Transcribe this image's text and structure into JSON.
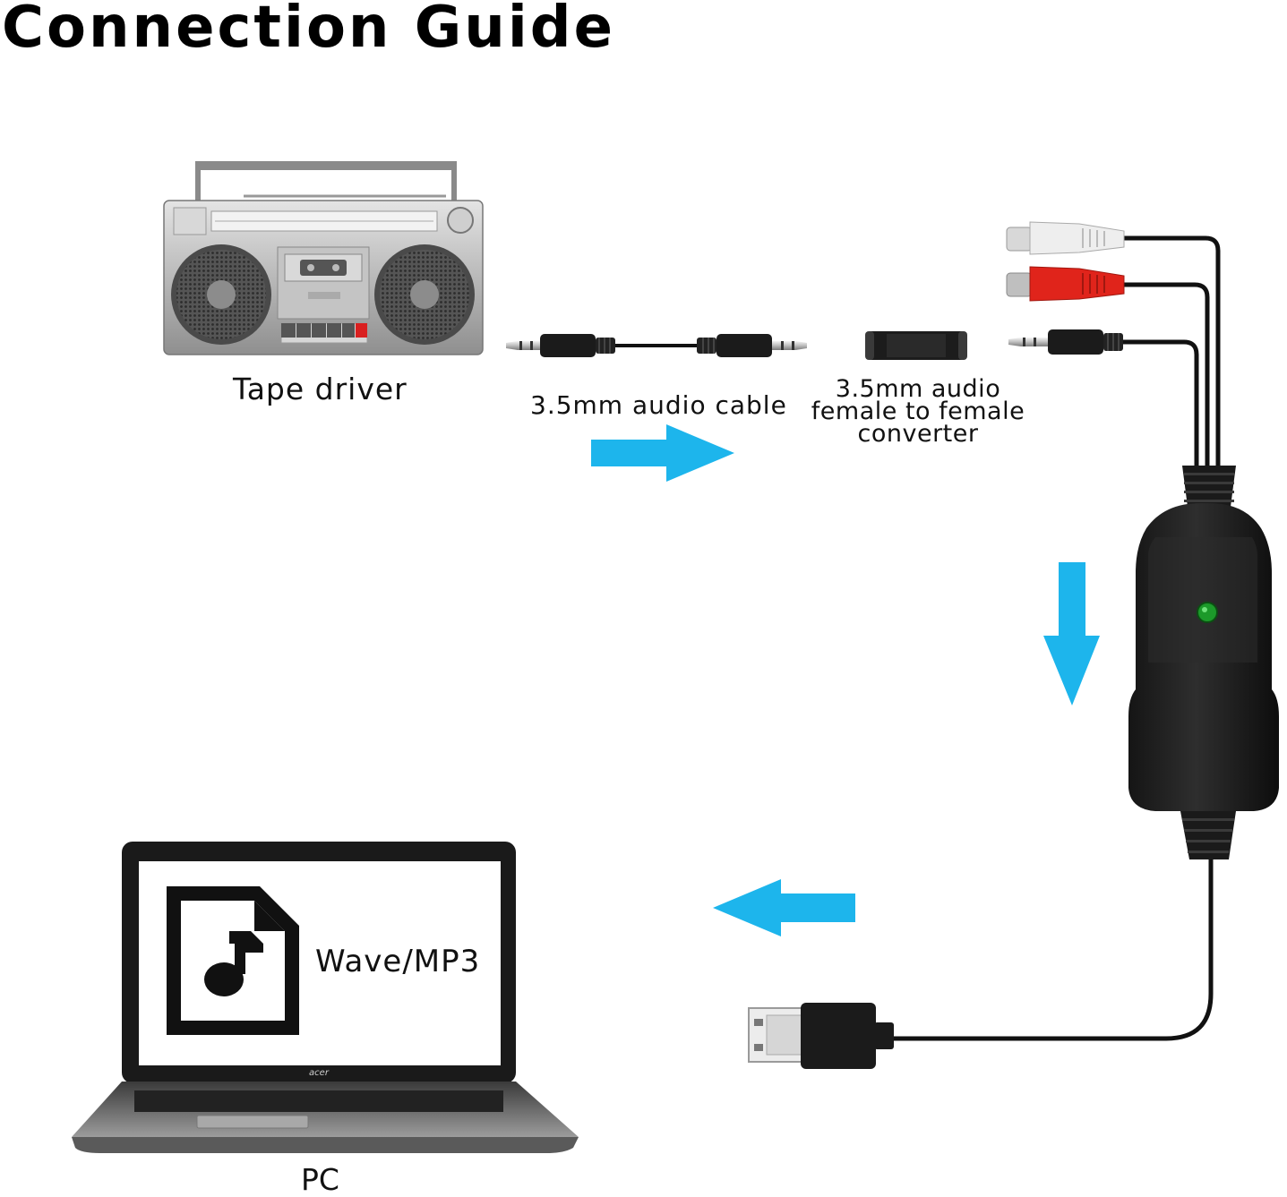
{
  "title": "Connection Guide",
  "labels": {
    "tape_driver": "Tape driver",
    "audio_cable": "3.5mm audio cable",
    "converter_lines": [
      "3.5mm audio",
      "female to female",
      "converter"
    ],
    "file_format": "Wave/MP3",
    "pc": "PC",
    "laptop_brand": "acer"
  },
  "colors": {
    "arrow": "#1db5ec",
    "rca_white": "#eeeeee",
    "rca_red": "#e0241b",
    "led": "#1c9a2a",
    "cable": "#111111"
  },
  "icons": [
    "boombox-icon",
    "audio-cable-icon",
    "female-coupler-icon",
    "rca-splitter-cable-icon",
    "usb-capture-device-icon",
    "usb-plug-icon",
    "laptop-icon",
    "music-file-icon",
    "arrow-right-icon",
    "arrow-down-icon",
    "arrow-left-icon"
  ]
}
